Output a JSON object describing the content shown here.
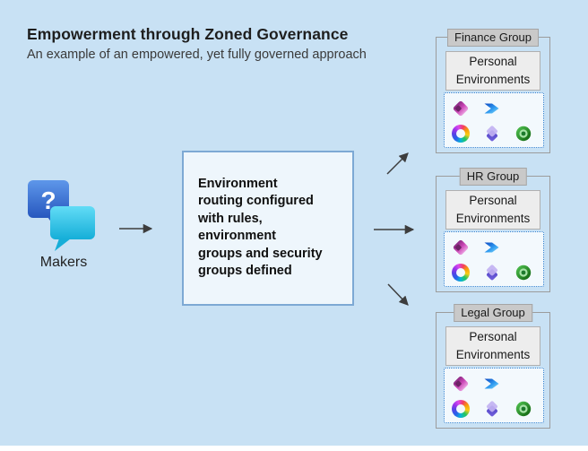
{
  "slide": {
    "title": "Empowerment through Zoned Governance",
    "subtitle": "An example of an empowered, yet fully governed approach"
  },
  "makers": {
    "label": "Makers",
    "bubble_text": "?"
  },
  "center_box": {
    "text": "Environment\nrouting configured\nwith rules,\nenvironment\ngroups and security\ngroups defined"
  },
  "groups": [
    {
      "label": "Finance Group",
      "box_label": "Personal Environments",
      "icons": [
        "power-apps",
        "power-automate",
        "copilot",
        "power-pages",
        "dataverse"
      ]
    },
    {
      "label": "HR Group",
      "box_label": "Personal Environments",
      "icons": [
        "power-apps",
        "power-automate",
        "copilot",
        "power-pages",
        "dataverse"
      ]
    },
    {
      "label": "Legal Group",
      "box_label": "Personal Environments",
      "icons": [
        "power-apps",
        "power-automate",
        "copilot",
        "power-pages",
        "dataverse"
      ]
    }
  ],
  "colors": {
    "background": "#c8e1f4",
    "title_text": "#1e1e1e",
    "center_box_fill": "#eef6fc",
    "center_box_border": "#7da9d4",
    "group_border": "#9c9c9c",
    "group_label_fill": "#c9c9c9",
    "env_box_fill": "#ededed",
    "dotted_border": "#2f7fd0",
    "arrow": "#3d3d3d",
    "bubble_blue": "#2f66cc",
    "bubble_cyan": "#1fb6e0"
  }
}
